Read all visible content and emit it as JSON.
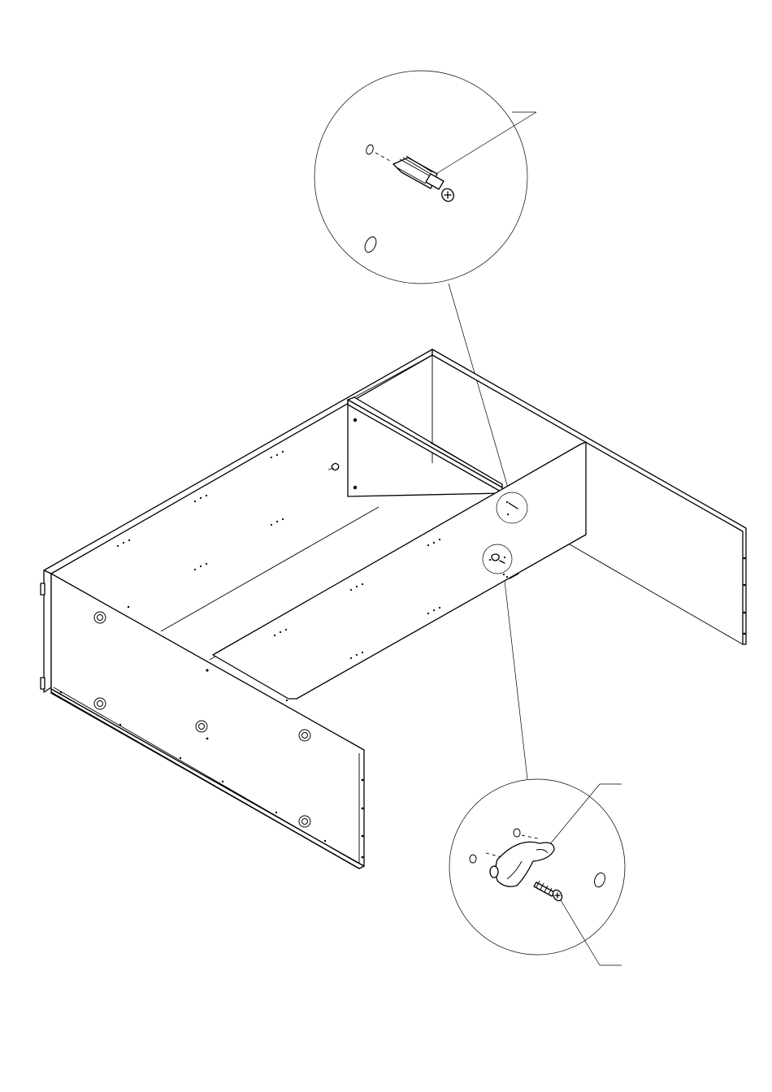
{
  "diagram": {
    "type": "assembly-instruction",
    "views": [
      "main-assembly",
      "detail-cam-bolt",
      "detail-bracket-screw"
    ],
    "callouts": [],
    "labels": []
  }
}
